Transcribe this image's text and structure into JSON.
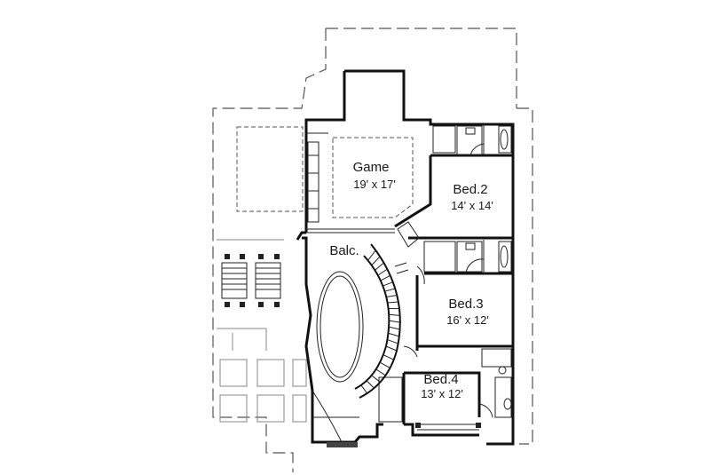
{
  "rooms": {
    "game": {
      "name": "Game",
      "size": "19' x 17'"
    },
    "bed2": {
      "name": "Bed.2",
      "size": "14' x 14'"
    },
    "balcony": {
      "name": "Balc."
    },
    "bed3": {
      "name": "Bed.3",
      "size": "16' x 12'"
    },
    "bed4": {
      "name": "Bed.4",
      "size": "13' x 12'"
    }
  }
}
